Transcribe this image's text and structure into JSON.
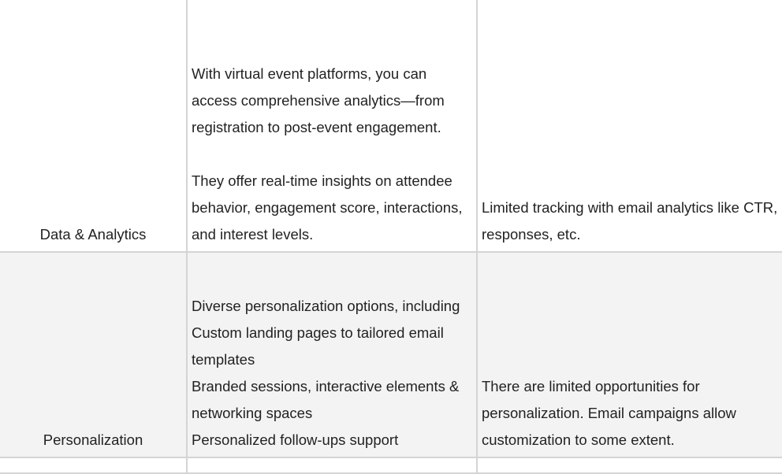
{
  "rows": [
    {
      "feature": "Data & Analytics",
      "virtual": {
        "paragraphs": [
          "With virtual event platforms, you can access comprehensive analytics—from registration to post-event engagement.",
          "They offer real-time insights on attendee behavior, engagement score, interactions, and interest levels."
        ]
      },
      "email": "Limited tracking with email analytics like CTR, responses, etc."
    },
    {
      "feature": "Personalization",
      "virtual": {
        "lines": [
          "Diverse personalization options, including",
          "Custom landing pages to tailored email templates",
          "Branded sessions, interactive elements & networking spaces",
          "Personalized follow-ups support"
        ]
      },
      "email": "There are limited opportunities for personalization. Email campaigns allow customization to some extent."
    }
  ]
}
